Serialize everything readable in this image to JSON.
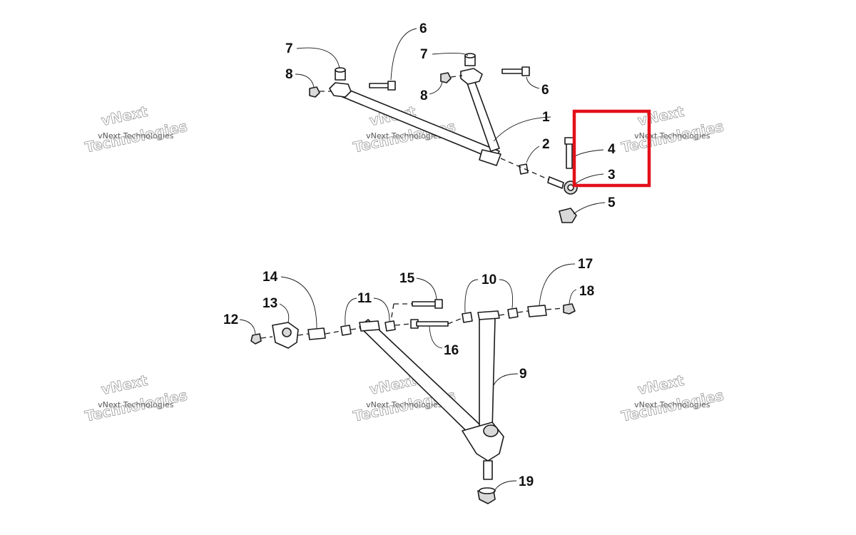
{
  "callouts": {
    "c1": "1",
    "c2": "2",
    "c3": "3",
    "c4": "4",
    "c5": "5",
    "c6a": "6",
    "c6b": "6",
    "c7a": "7",
    "c7b": "7",
    "c8a": "8",
    "c8b": "8",
    "c9": "9",
    "c10": "10",
    "c11": "11",
    "c12": "12",
    "c13": "13",
    "c14": "14",
    "c15": "15",
    "c16": "16",
    "c17": "17",
    "c18": "18",
    "c19": "19"
  },
  "watermark": {
    "small_text": "vNext Technologies",
    "big_line1": "vNext",
    "big_line2": "Technologies"
  },
  "highlight": {
    "color": "#e3101a",
    "parts_indicated": [
      "3",
      "4"
    ]
  }
}
